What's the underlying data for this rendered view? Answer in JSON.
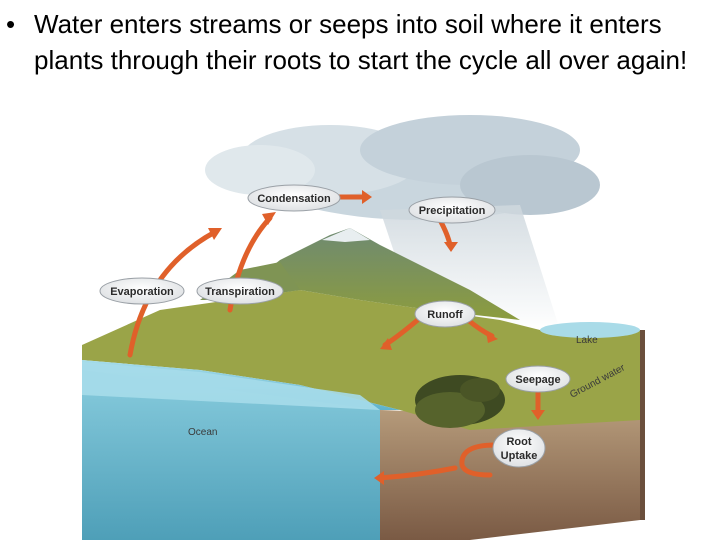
{
  "bullet": {
    "marker": "•",
    "text": "Water enters streams or seeps into soil where it enters plants through their roots to start the cycle all over again!"
  },
  "diagram": {
    "labels": {
      "condensation": "Condensation",
      "precipitation": "Precipitation",
      "evaporation": "Evaporation",
      "transpiration": "Transpiration",
      "runoff": "Runoff",
      "lake": "Lake",
      "seepage": "Seepage",
      "groundwater": "Ground water",
      "ocean": "Ocean",
      "root_uptake_1": "Root",
      "root_uptake_2": "Uptake"
    },
    "colors": {
      "arrow": "#e0602a",
      "ocean": "#8ccfe0",
      "grass": "#8a9a3c",
      "soil": "#8b6a52",
      "cloud": "#c9d6de"
    }
  }
}
